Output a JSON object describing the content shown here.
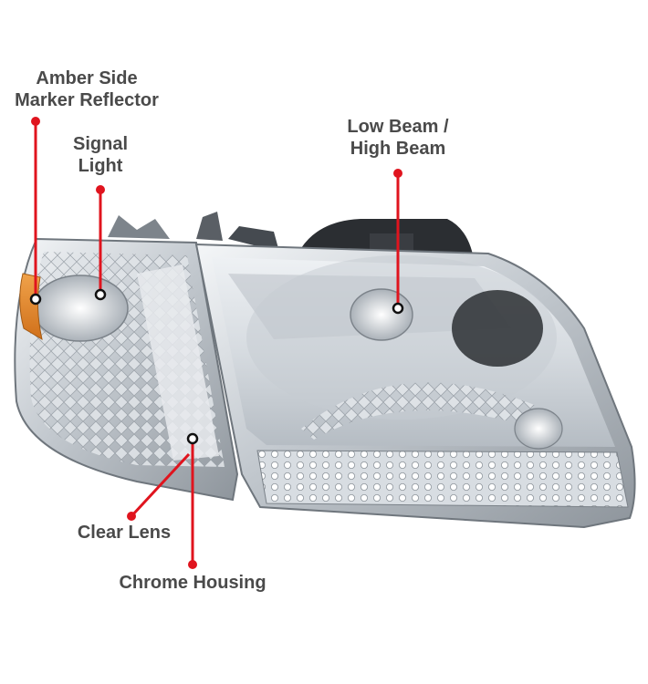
{
  "callouts": {
    "amber": {
      "line1": "Amber Side",
      "line2": "Marker Reflector"
    },
    "signal": {
      "line1": "Signal",
      "line2": "Light"
    },
    "beam": {
      "line1": "Low Beam /",
      "line2": "High Beam"
    },
    "lens": {
      "label": "Clear Lens"
    },
    "housing": {
      "label": "Chrome Housing"
    }
  },
  "colors": {
    "accent": "#e0141e",
    "label_text": "#4a4a4a",
    "amber": "#e8862a",
    "chrome": "#c9ced3"
  }
}
